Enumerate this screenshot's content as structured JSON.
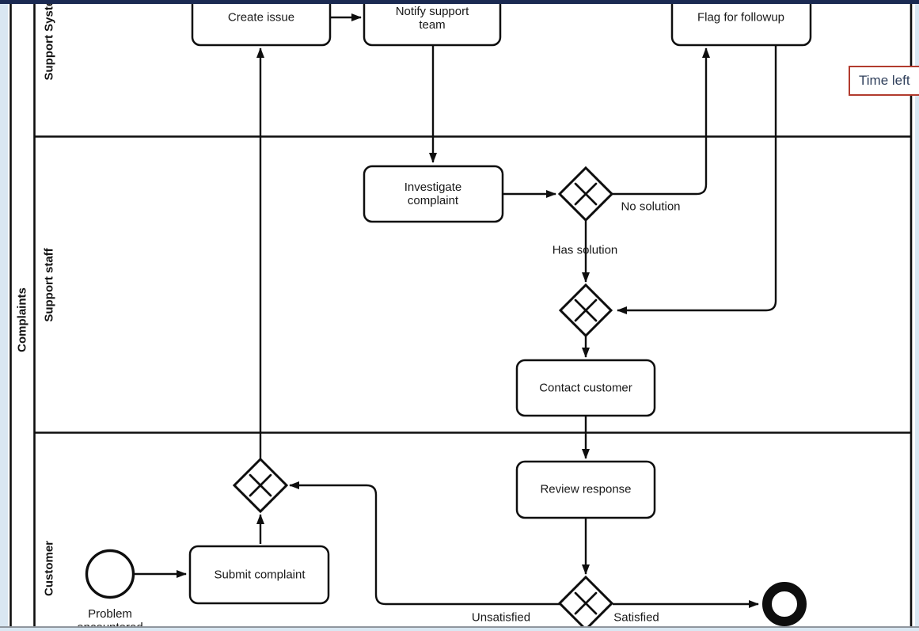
{
  "page": {
    "top_bar_color": "#1b2a52",
    "background_color": "#d9e7f2",
    "diagram_stroke_color": "#0e0e0e"
  },
  "timer": {
    "label": "Time left",
    "border_color": "#b23b2e",
    "text_color": "#2e3e5a"
  },
  "pool": {
    "label": "Complaints"
  },
  "lanes": [
    {
      "label": "Support System"
    },
    {
      "label": "Support staff"
    },
    {
      "label": "Customer"
    }
  ],
  "tasks": {
    "create_issue": "Create issue",
    "notify_support_team": "Notify support team",
    "flag_for_followup": "Flag for followup",
    "investigate_complaint": "Investigate complaint",
    "contact_customer": "Contact customer",
    "review_response": "Review response",
    "submit_complaint": "Submit complaint"
  },
  "events": {
    "start_label": "Problem encountered"
  },
  "flows": {
    "no_solution": "No solution",
    "has_solution": "Has solution",
    "unsatisfied": "Unsatisfied",
    "satisfied": "Satisfied"
  }
}
